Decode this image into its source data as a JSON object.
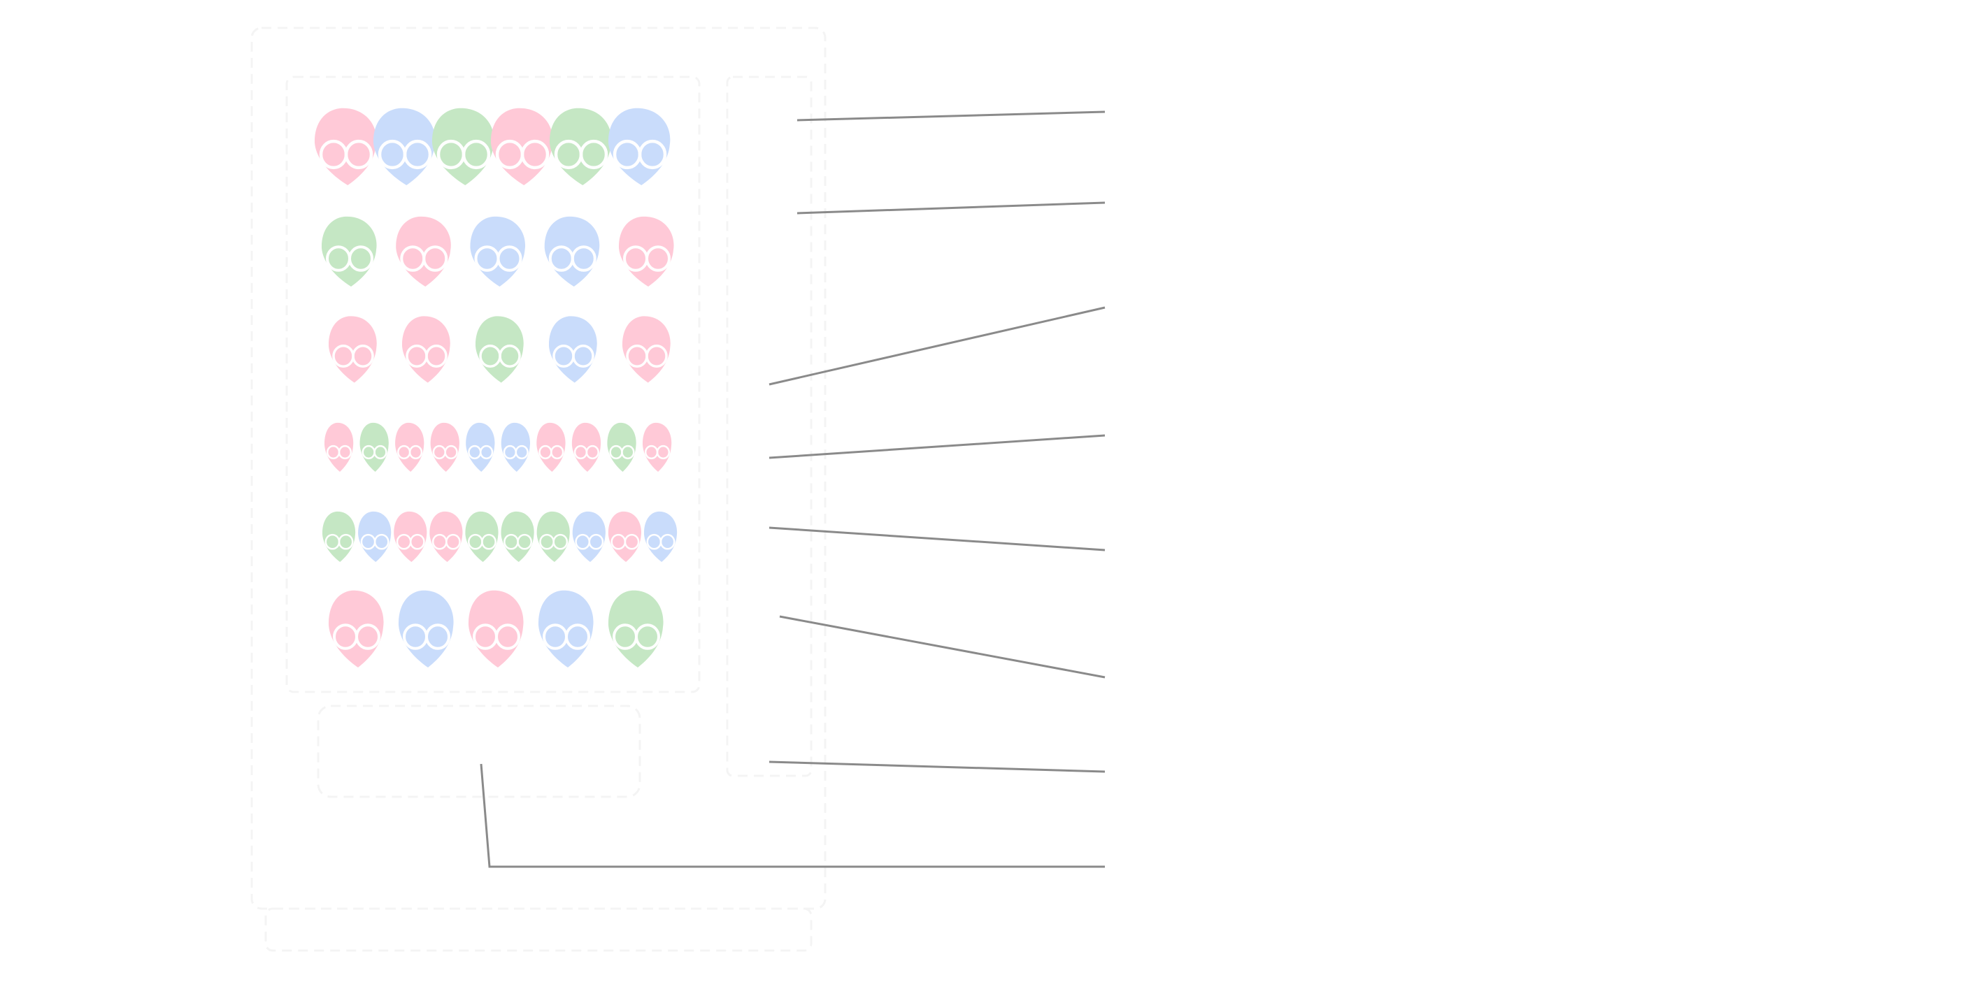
{
  "diagram": {
    "subject": "vending machine",
    "callout_count": 8,
    "callout_labels": [
      "",
      "",
      "",
      "",
      "",
      "",
      "",
      ""
    ],
    "colors": {
      "background": "#ffffff",
      "pink": "#ffc9d7",
      "blue": "#c9dcfb",
      "green": "#c5e7c4",
      "leader": "#8a8a8a",
      "sketch": "#f6f6f6"
    },
    "rows": [
      [
        "pink",
        "blue",
        "green",
        "pink",
        "green",
        "blue"
      ],
      [
        "green",
        "pink",
        "blue",
        "blue",
        "pink"
      ],
      [
        "pink",
        "pink",
        "green",
        "blue",
        "pink"
      ],
      [
        "pink",
        "green",
        "pink",
        "pink",
        "blue",
        "blue",
        "pink",
        "pink",
        "green",
        "pink"
      ],
      [
        "green",
        "blue",
        "pink",
        "pink",
        "green",
        "green",
        "green",
        "blue",
        "pink",
        "blue"
      ],
      [
        "pink",
        "blue",
        "pink",
        "blue",
        "green"
      ]
    ]
  }
}
